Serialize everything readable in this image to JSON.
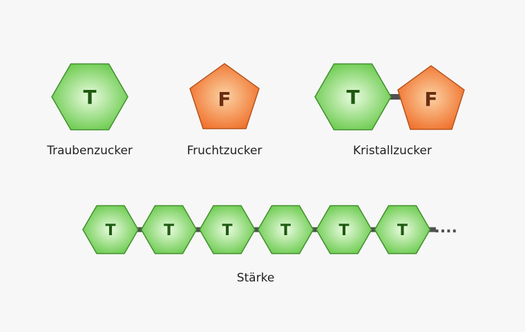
{
  "colors": {
    "background": "#f7f7f7",
    "glucose_center": "#e9fbdf",
    "glucose_edge": "#6ccb4f",
    "glucose_stroke": "#3f8f2c",
    "glucose_letter": "#1f5a12",
    "fructose_center": "#fbd3a4",
    "fructose_edge": "#f0732f",
    "fructose_stroke": "#b8531c",
    "fructose_letter": "#6a2e12",
    "bond": "#505050"
  },
  "molecules": {
    "glucose": {
      "letter": "T",
      "label": "Traubenzucker"
    },
    "fructose": {
      "letter": "F",
      "label": "Fruchtzucker"
    },
    "sucrose": {
      "label": "Kristallzucker",
      "units": [
        "T",
        "F"
      ]
    },
    "starch": {
      "label": "Stärke",
      "units": [
        "T",
        "T",
        "T",
        "T",
        "T",
        "T"
      ],
      "continuation": "...."
    }
  }
}
